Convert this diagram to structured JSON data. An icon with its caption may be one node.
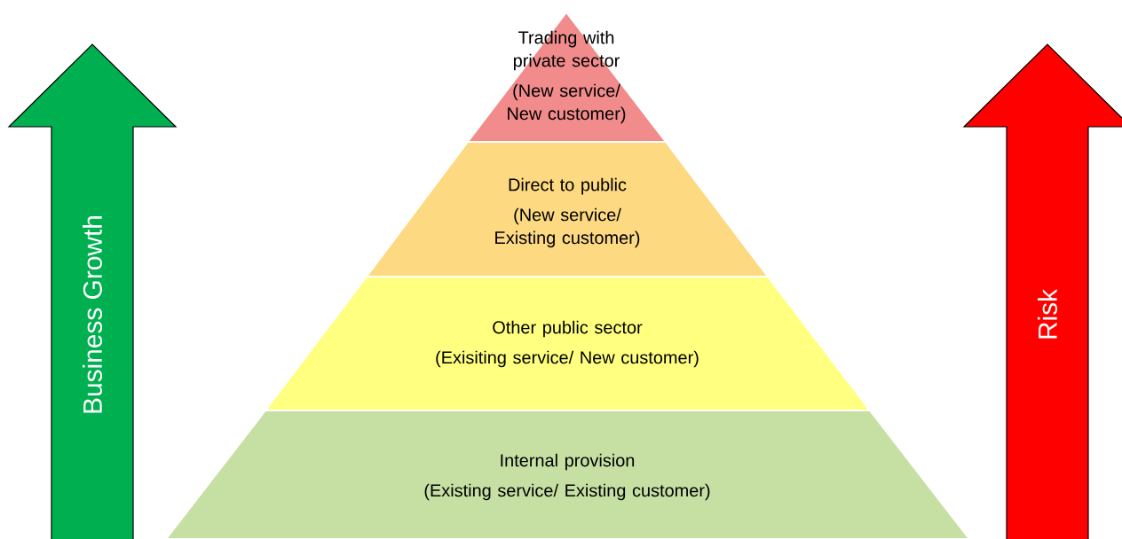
{
  "diagram": {
    "nodes": [
      {
        "text": [
          "Trading with private sector",
          "(New service/ New customer)"
        ]
      },
      {
        "text": [
          "Direct to public",
          "(New service/ Existing customer)"
        ]
      },
      {
        "text": [
          "Other public sector",
          "(Exisiting service/ New customer)"
        ]
      },
      {
        "text": [
          "Internal provision",
          "(Existing service/ Existing customer)"
        ]
      },
      {
        "text": [
          "Business Growth"
        ]
      },
      {
        "text": [
          "Risk"
        ]
      }
    ]
  }
}
